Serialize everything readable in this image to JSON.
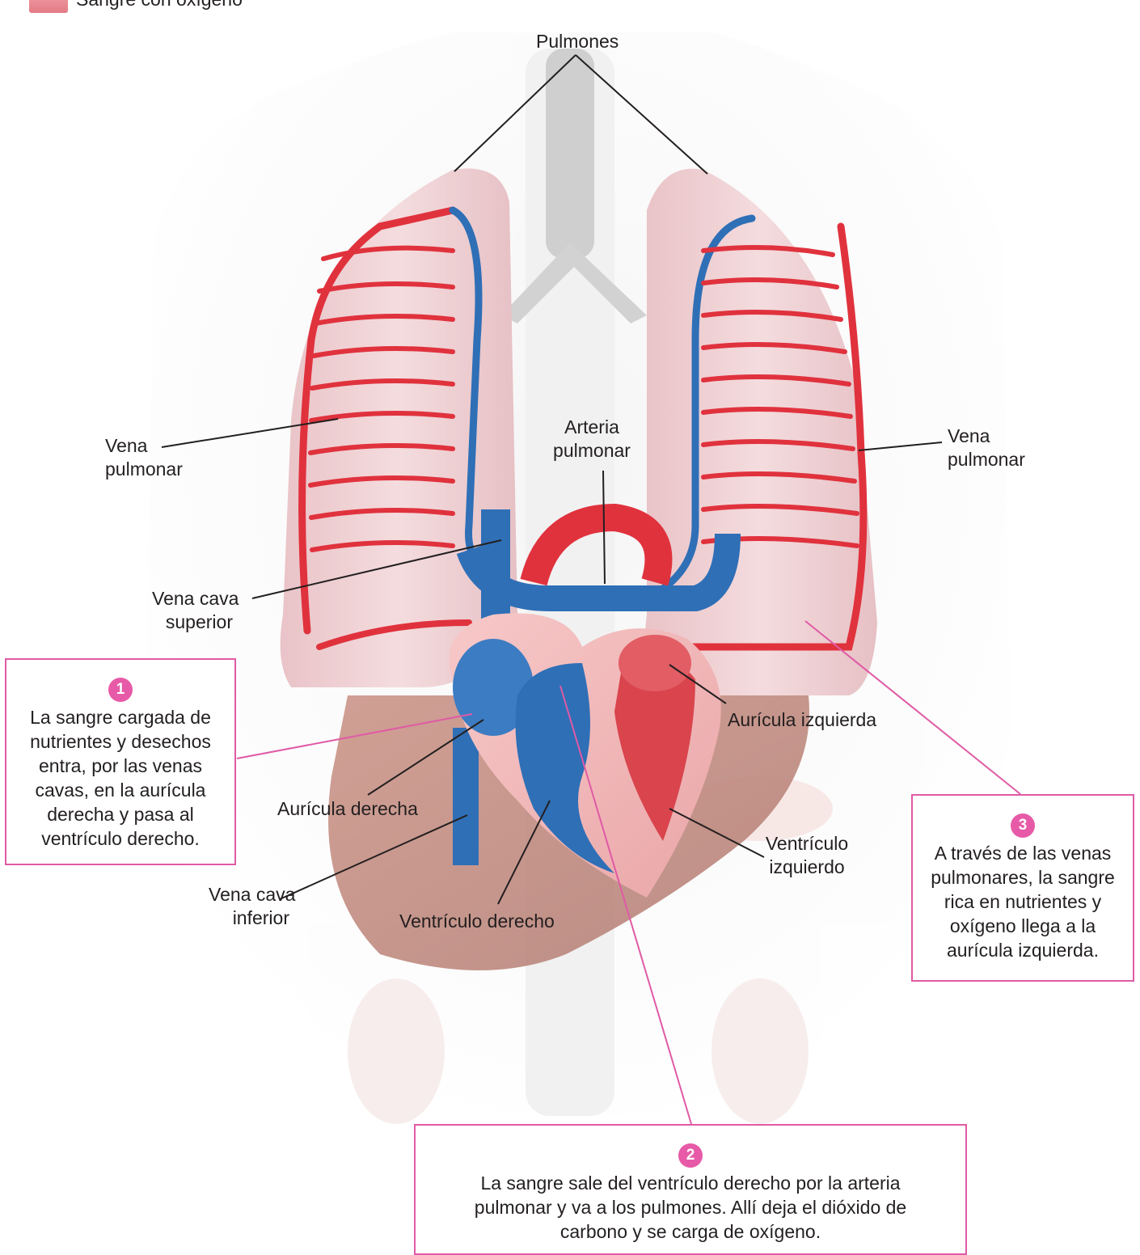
{
  "legend": {
    "label": "Sangre con oxígeno",
    "color": "#e37b86"
  },
  "labels": {
    "lungs": "Pulmones",
    "pulmonary_vein_left": [
      "Vena",
      "pulmonar"
    ],
    "pulmonary_vein_right": [
      "Vena",
      "pulmonar"
    ],
    "pulmonary_artery": [
      "Arteria",
      "pulmonar"
    ],
    "superior_vena_cava": [
      "Vena cava",
      "superior"
    ],
    "left_atrium": "Aurícula izquierda",
    "right_atrium": "Aurícula derecha",
    "left_ventricle": [
      "Ventrículo",
      "izquierdo"
    ],
    "inferior_vena_cava": [
      "Vena cava",
      "inferior"
    ],
    "right_ventricle": "Ventrículo derecho"
  },
  "callouts": {
    "c1": {
      "number": "1",
      "lines": [
        "La sangre cargada de",
        "nutrientes y desechos",
        "entra, por las venas",
        "cavas, en la aurícula",
        "derecha y pasa al",
        "ventrículo derecho."
      ]
    },
    "c2": {
      "number": "2",
      "lines": [
        "La sangre sale del ventrículo derecho por la arteria",
        "pulmonar y va a los pulmones. Allí deja el dióxido de",
        "carbono y se carga de oxígeno."
      ]
    },
    "c3": {
      "number": "3",
      "lines": [
        "A través de las venas",
        "pulmonares, la sangre",
        "rica en nutrientes y",
        "oxígeno llega a la",
        "aurícula izquierda."
      ]
    }
  },
  "colors": {
    "oxygenated": "#e0323d",
    "deoxygenated": "#2f6fb6",
    "lung": "#f2d3d6",
    "callout_border": "#e05aa5",
    "leader": "#231f20"
  }
}
